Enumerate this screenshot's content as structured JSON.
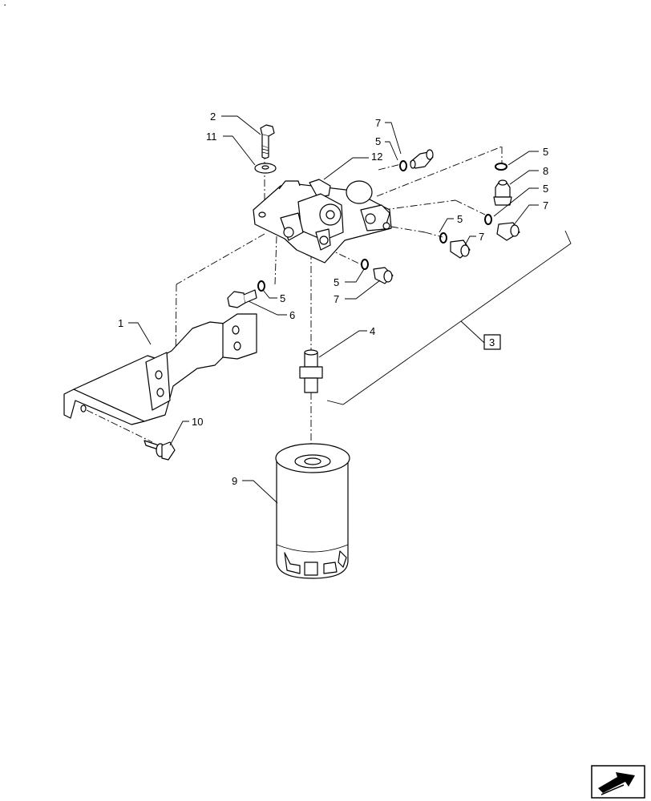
{
  "corner_mark": "·",
  "callouts": {
    "c1": "1",
    "c2": "2",
    "c3": "3",
    "c4": "4",
    "c5a": "5",
    "c5b": "5",
    "c5c": "5",
    "c5d": "5",
    "c5e": "5",
    "c5f": "5",
    "c6": "6",
    "c7a": "7",
    "c7b": "7",
    "c7c": "7",
    "c7d": "7",
    "c8": "8",
    "c9": "9",
    "c10": "10",
    "c11": "11",
    "c12": "12"
  },
  "nav_icon": "arrow-nav-icon"
}
